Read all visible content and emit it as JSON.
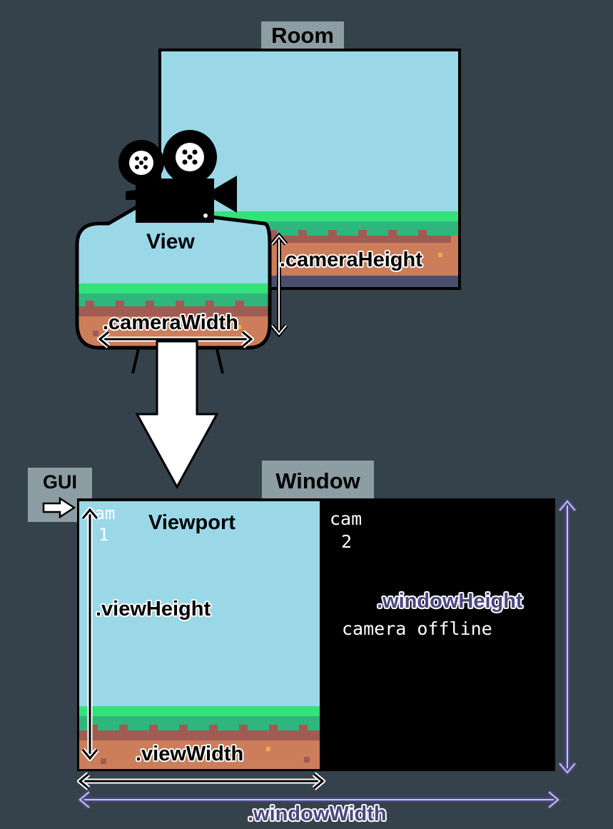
{
  "room": {
    "tag": "Room"
  },
  "view": {
    "label": "View",
    "width_label": ".cameraWidth",
    "height_label": ".cameraHeight"
  },
  "gui": {
    "tag": "GUI"
  },
  "window": {
    "tag": "Window",
    "viewport_label": "Viewport",
    "view_height_label": ".viewHeight",
    "view_width_label": ".viewWidth",
    "window_height_label": ".windowHeight",
    "window_width_label": ".windowWidth",
    "cam1_line1": "cam",
    "cam1_line2": "1",
    "cam2_line1": "cam",
    "cam2_line2": "2",
    "offline_text": "camera offline"
  },
  "colors": {
    "background": "#35424b",
    "sky": "#9ad8e8",
    "grass_light": "#34e27a",
    "grass_dark": "#2eb67c",
    "dirt": "#cc7d5a",
    "dirt_dark": "#a05b53",
    "tag_bg": "#8c9da3",
    "window_measure": "#8a84c9"
  }
}
